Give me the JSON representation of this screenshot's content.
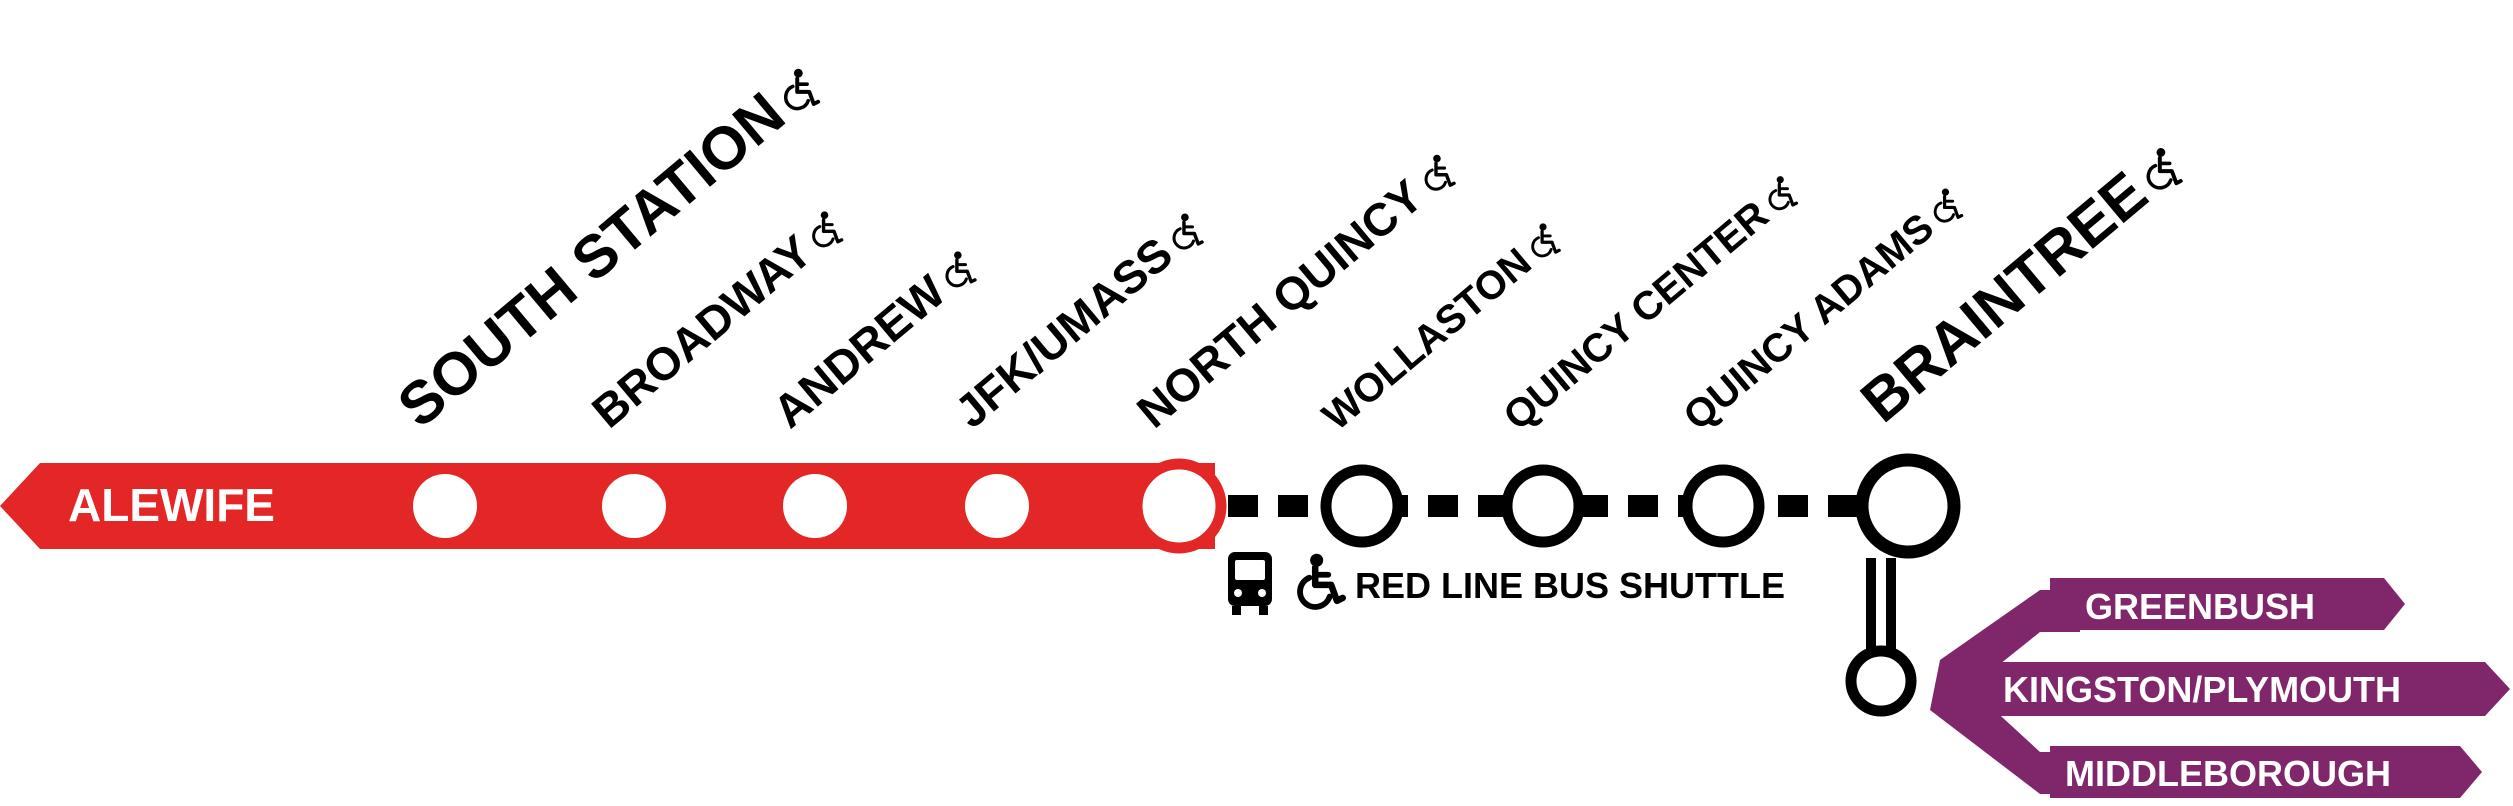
{
  "colors": {
    "red_line": "#e32726",
    "commuter_rail": "#80276c",
    "shuttle": "#000000",
    "station_fill": "#ffffff",
    "text": "#000000"
  },
  "terminus": {
    "label": "ALEWIFE",
    "direction": "left-arrow"
  },
  "red_stations": [
    {
      "name": "SOUTH STATION",
      "accessible": true,
      "major": true
    },
    {
      "name": "BROADWAY",
      "accessible": true,
      "major": false
    },
    {
      "name": "ANDREW",
      "accessible": true,
      "major": false
    },
    {
      "name": "JFK/UMASS",
      "accessible": true,
      "major": false
    },
    {
      "name": "NORTH QUINCY",
      "accessible": true,
      "major": false
    }
  ],
  "shuttle_stations": [
    {
      "name": "WOLLASTON",
      "accessible": true,
      "major": false
    },
    {
      "name": "QUINCY CENTER",
      "accessible": true,
      "major": false
    },
    {
      "name": "QUINCY ADAMS",
      "accessible": true,
      "major": false
    },
    {
      "name": "BRAINTREE",
      "accessible": true,
      "major": true
    }
  ],
  "shuttle": {
    "label": "RED LINE BUS SHUTTLE",
    "icons": [
      "bus-icon",
      "wheelchair-icon"
    ]
  },
  "commuter_rail_branches": [
    {
      "name": "GREENBUSH"
    },
    {
      "name": "KINGSTON/PLYMOUTH"
    },
    {
      "name": "MIDDLEBOROUGH"
    }
  ],
  "icons": {
    "accessibility": "wheelchair-icon"
  }
}
